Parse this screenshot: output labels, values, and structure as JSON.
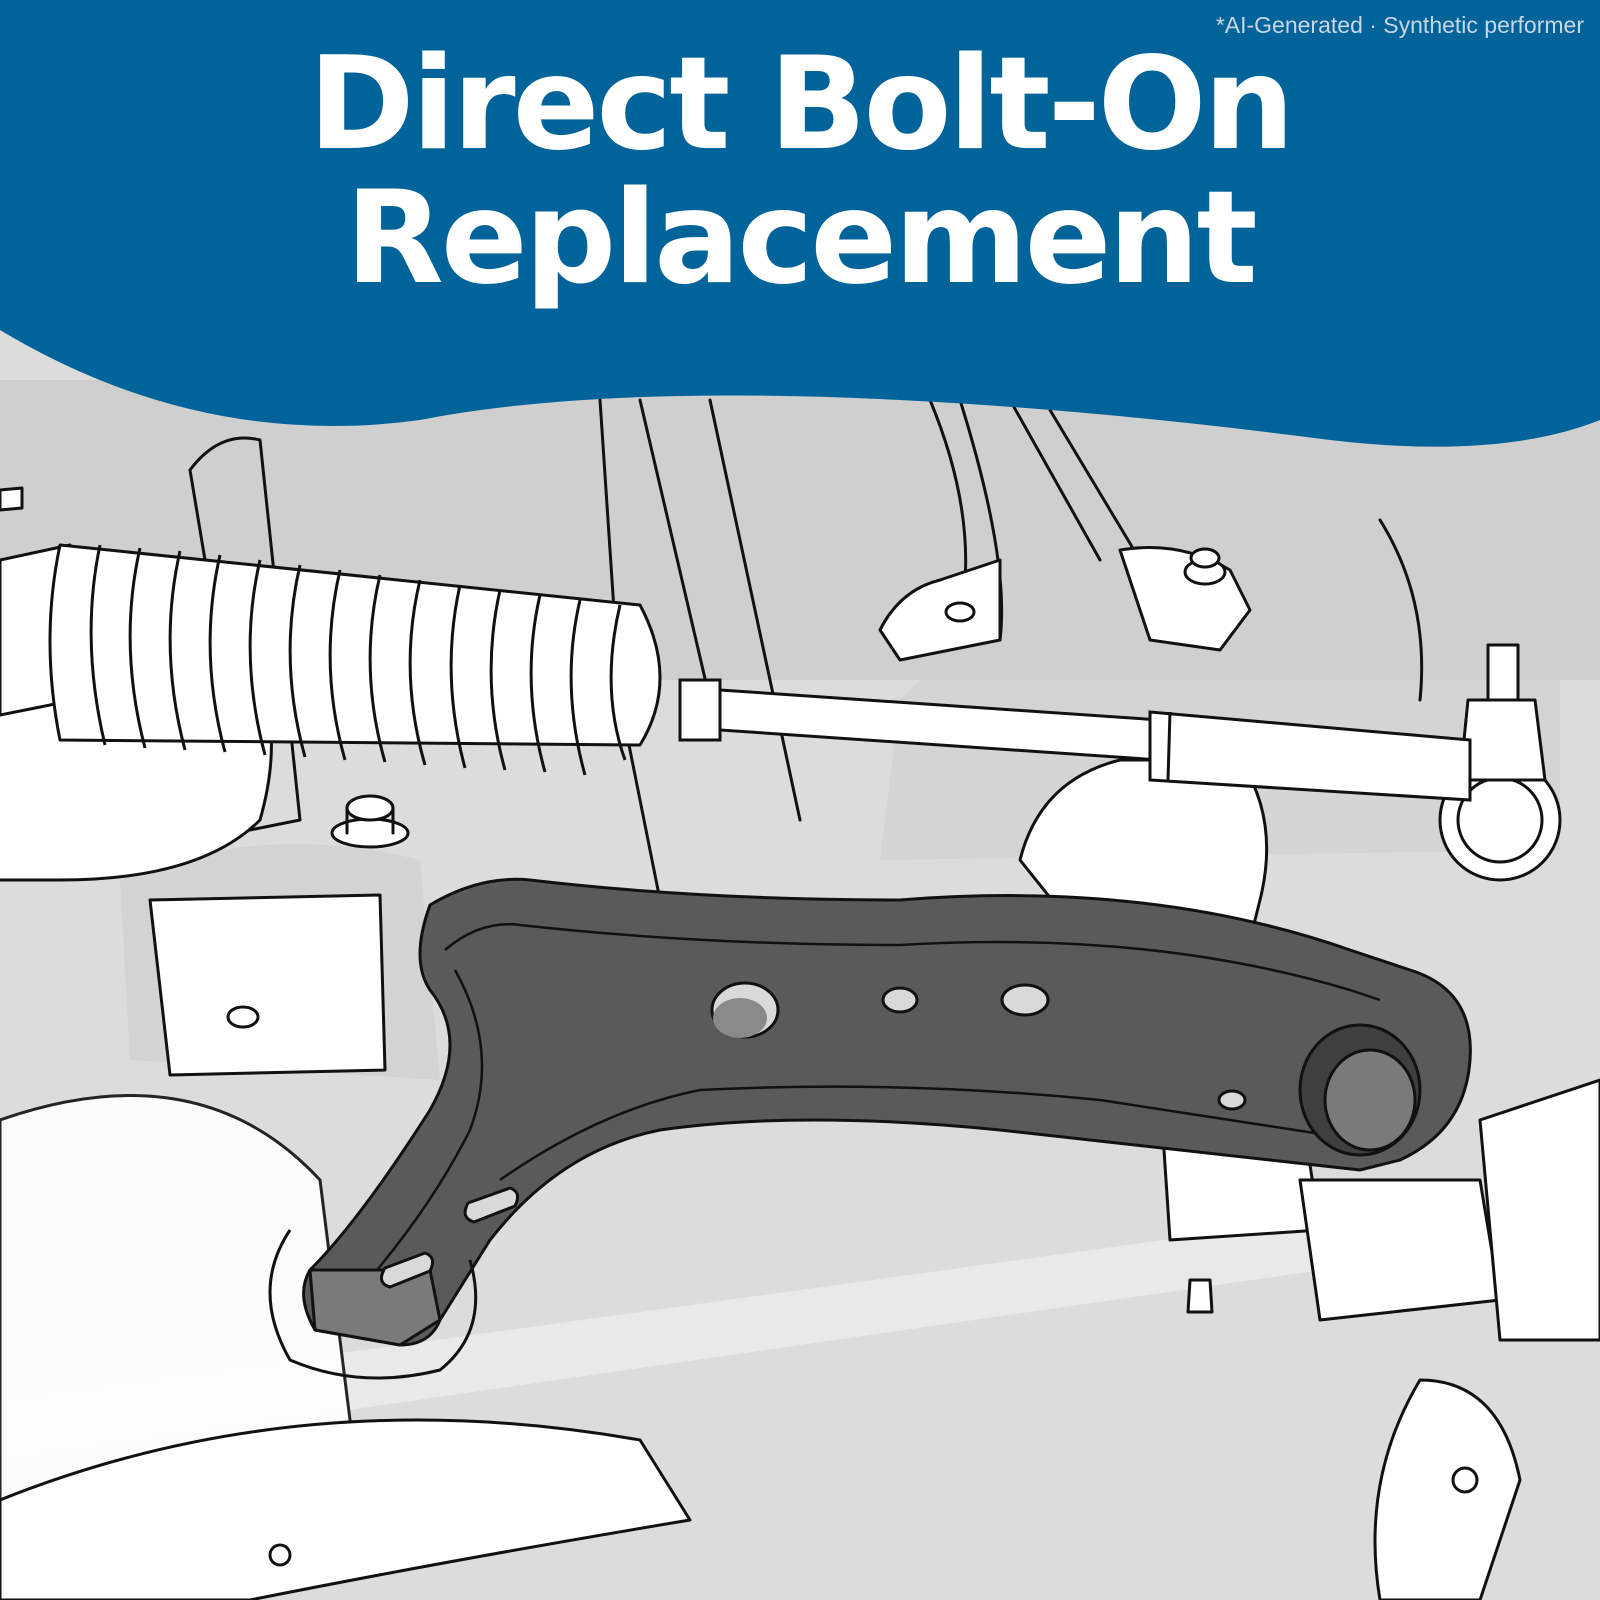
{
  "banner": {
    "title_line_1": "Direct Bolt-On",
    "title_line_2": "Replacement",
    "disclaimer": "*AI-Generated · Synthetic performer",
    "color": "#00639a"
  },
  "illustration": {
    "subject": "lower-control-arm",
    "arm_color": "#5a5a5a",
    "line_color": "#111111",
    "background_color": "#d9d9d9"
  }
}
